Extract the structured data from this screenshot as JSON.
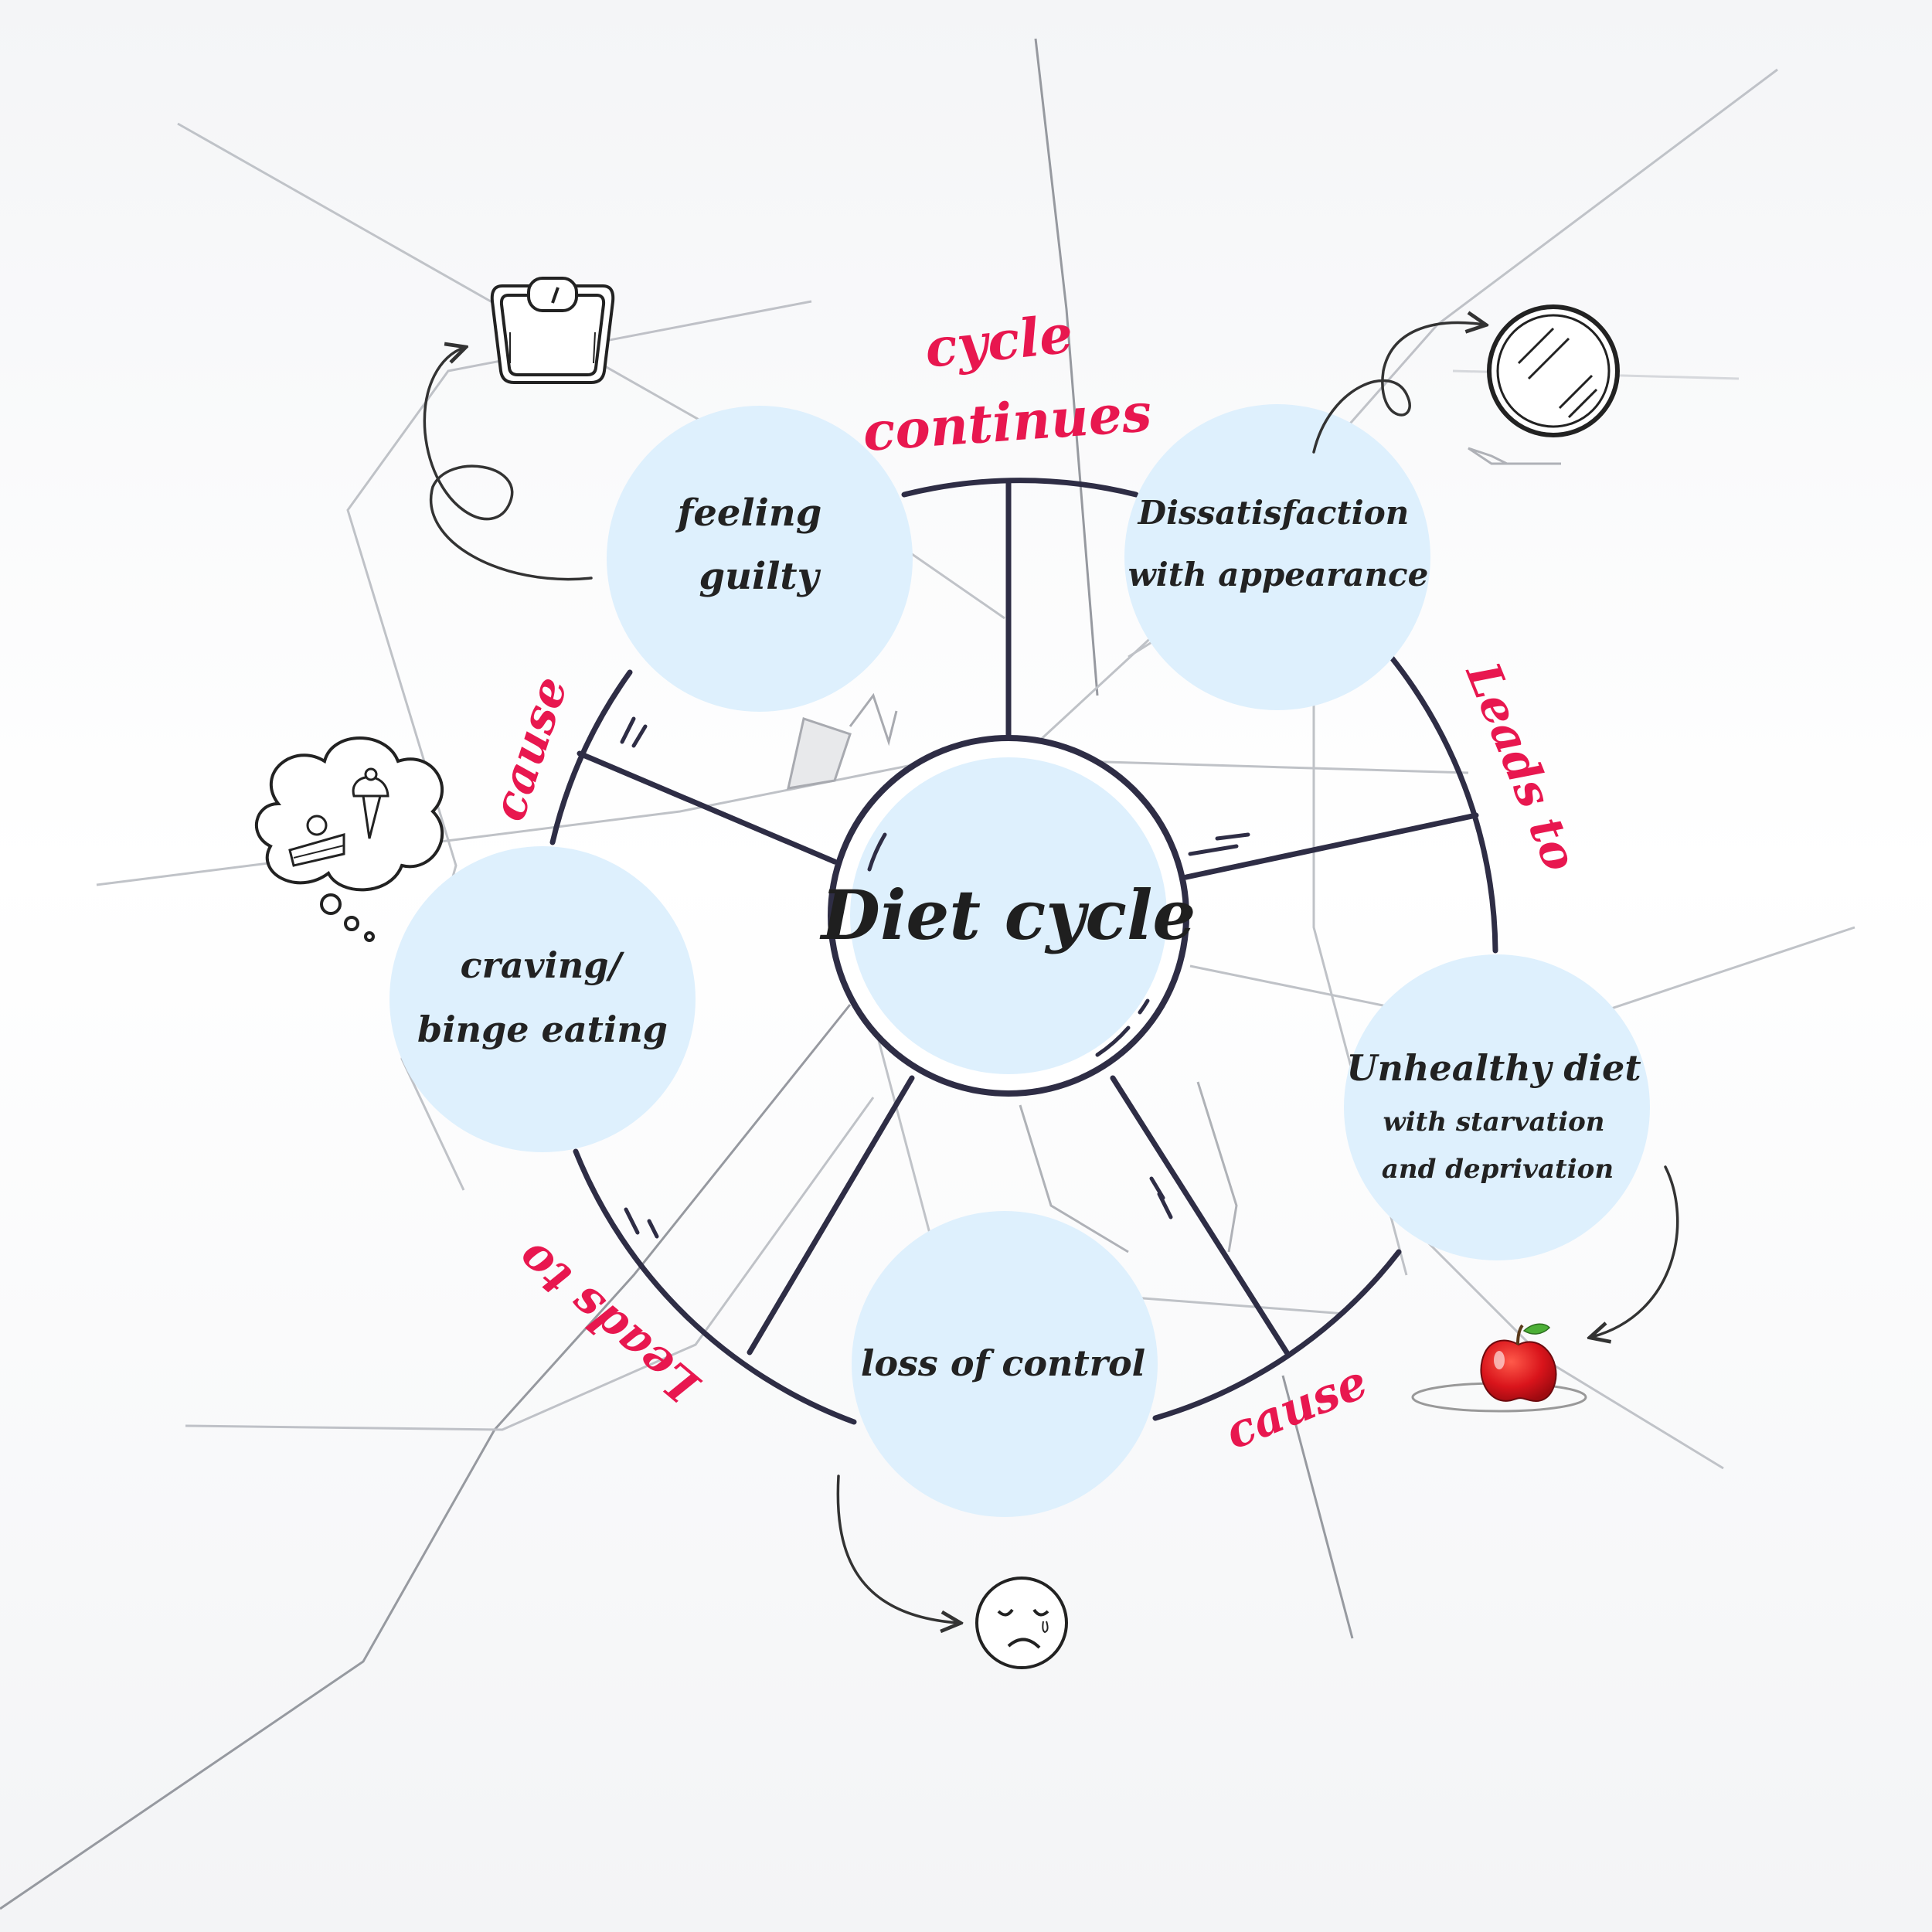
{
  "center": {
    "label": "Diet cycle"
  },
  "nodes": {
    "feeling_guilty": {
      "line1": "feeling",
      "line2": "guilty"
    },
    "dissatisfaction": {
      "line1": "Dissatisfaction",
      "line2": "with appearance"
    },
    "unhealthy_diet": {
      "line1": "Unhealthy diet",
      "line2": "with starvation",
      "line3": "and deprivation"
    },
    "loss_of_control": {
      "line1": "loss of control"
    },
    "craving": {
      "line1": "craving/",
      "line2": "binge eating"
    }
  },
  "arc_labels": {
    "top_line1": "cycle",
    "top_line2": "continues",
    "right": "Leads to",
    "bottom_right": "cause",
    "bottom_left": "Leads to",
    "left": "cause"
  },
  "colors": {
    "accent": "#e8174f",
    "node_fill": "#def0fd",
    "line": "#2e2d45"
  },
  "icons": [
    "scale-icon",
    "mirror-icon",
    "apple-icon",
    "sad-face-icon",
    "food-thought-icon"
  ]
}
